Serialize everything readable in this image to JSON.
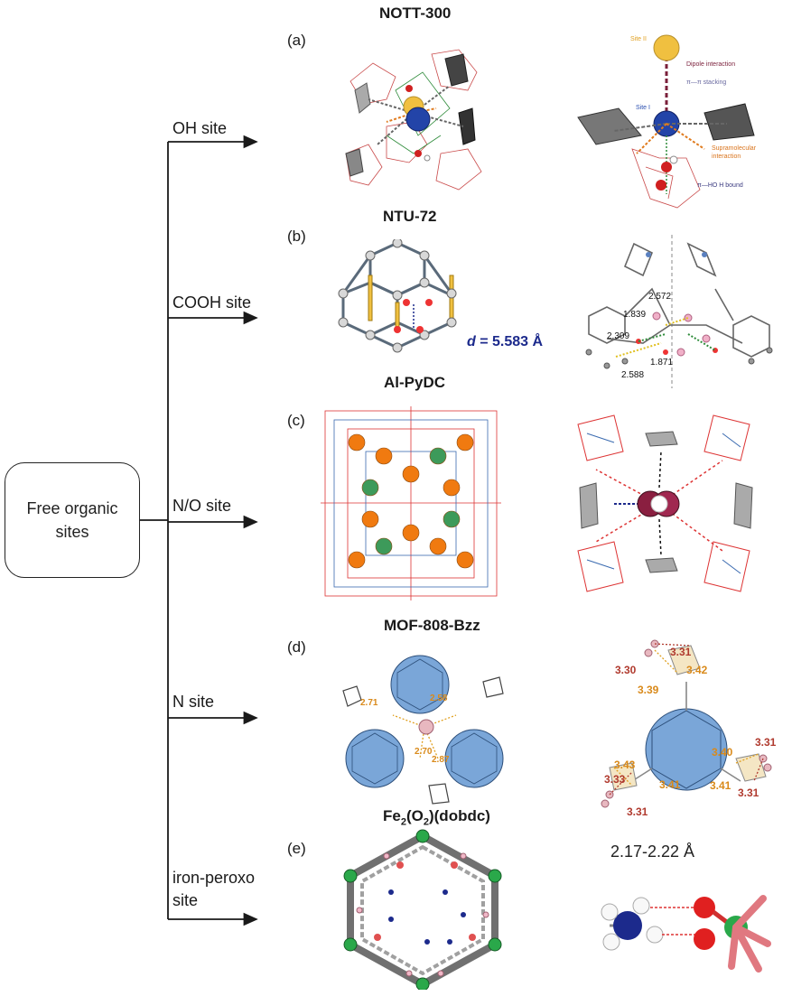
{
  "root": {
    "line1": "Free organic",
    "line2": "sites"
  },
  "branches": [
    {
      "label": "OH site"
    },
    {
      "label": "COOH site"
    },
    {
      "label": "N/O site"
    },
    {
      "label": "N site"
    },
    {
      "label_line1": "iron-peroxo",
      "label_line2": "site"
    }
  ],
  "panels": [
    {
      "tag": "(a)",
      "title": "NOTT-300",
      "annotations": {
        "site2": "Site II",
        "dipole": "Dipole interaction",
        "stacking": "π—π stacking",
        "site1": "Site I",
        "supra1": "Supramolecular",
        "supra2": "interaction",
        "hbond": "π—HO H bound"
      }
    },
    {
      "tag": "(b)",
      "title": "NTU-72",
      "d_prefix": "d",
      "d_value": "= 5.583 Å",
      "distances": [
        "2.572",
        "1.839",
        "2.309",
        "1.871",
        "2.588"
      ]
    },
    {
      "tag": "(c)",
      "title": "Al-PyDC"
    },
    {
      "tag": "(d)",
      "title": "MOF-808-Bzz",
      "left_distances": [
        "2.71",
        "2.58",
        "2.70",
        "2.87"
      ],
      "right_distances": [
        "3.31",
        "3.30",
        "3.42",
        "3.39",
        "3.31",
        "3.40",
        "3.43",
        "3.33",
        "3.41",
        "3.41",
        "3.31",
        "3.31"
      ]
    },
    {
      "tag": "(e)",
      "title_base": "Fe",
      "title_sub1": "2",
      "title_mid": "(O",
      "title_sub2": "2",
      "title_end": ")(dobdc)",
      "range_label": "2.17-2.22 Å"
    }
  ],
  "colors": {
    "line": "#1a1a1a",
    "gold": "#e8b23a",
    "blue": "#2b4fb0",
    "orange_text": "#d98a1b",
    "red_text": "#b03a2e",
    "dark_blue_text": "#1c2a8c",
    "mof_blue": "#7aa6d8",
    "sphere_orange": "#f07a10",
    "sphere_green": "#3d9a5a"
  }
}
